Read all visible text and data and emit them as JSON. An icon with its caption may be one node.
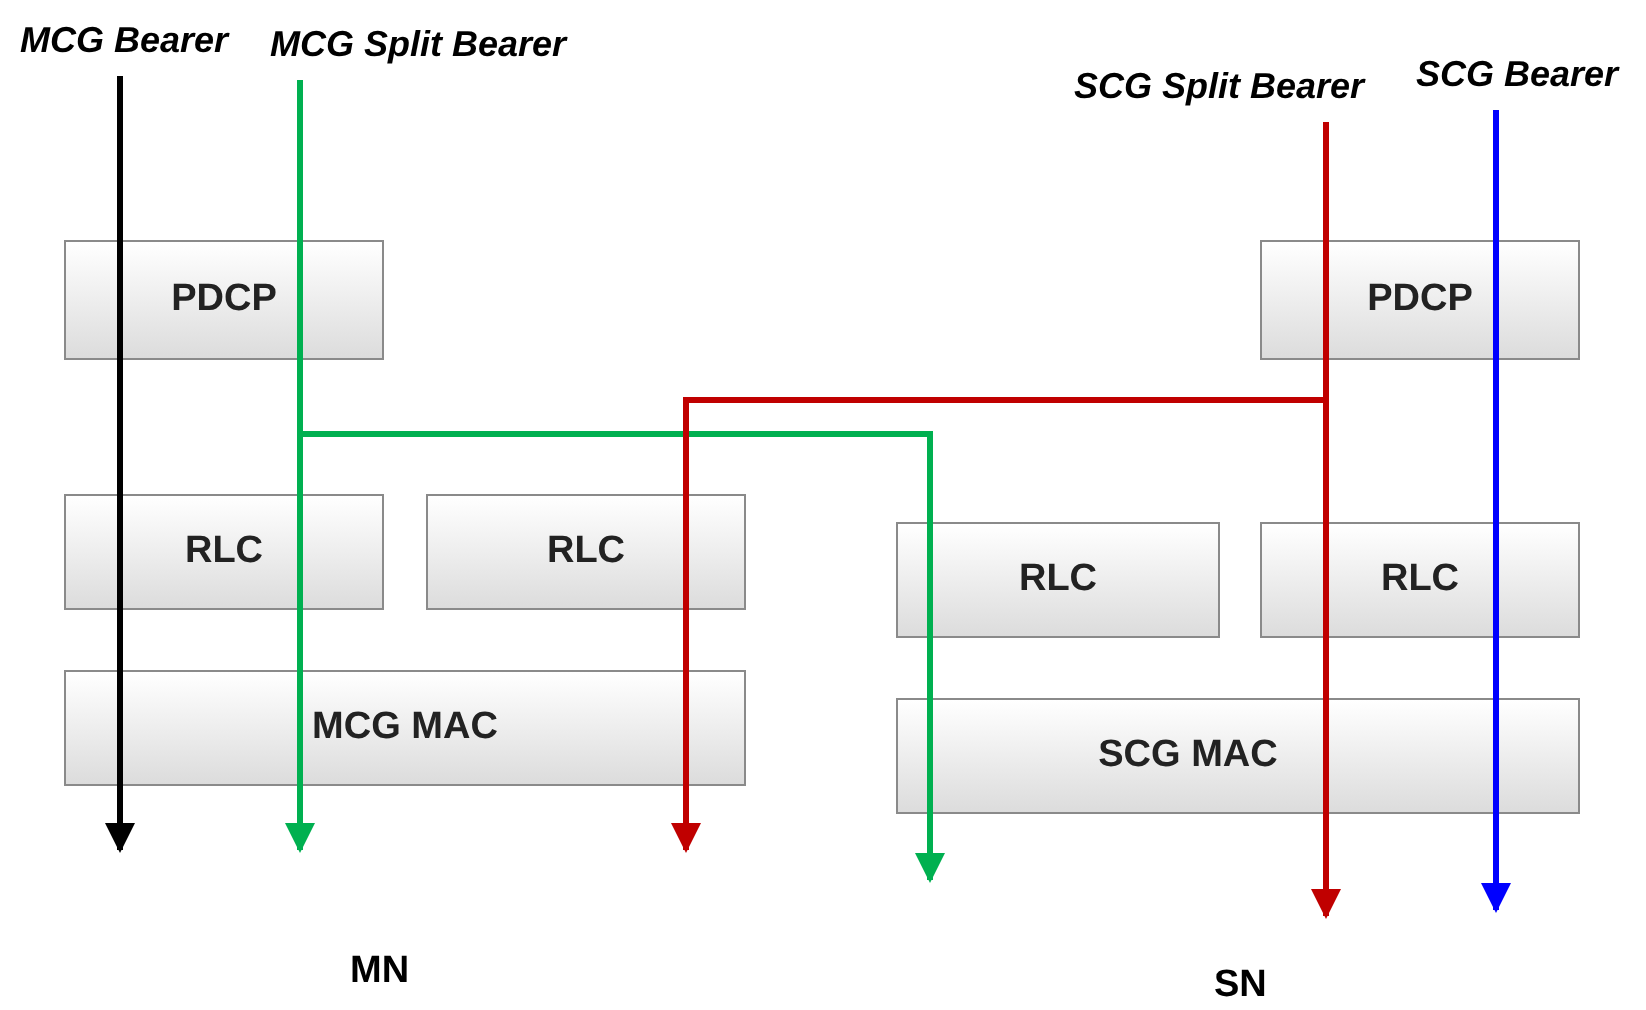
{
  "diagram": {
    "nodes": [
      {
        "text": [
          "MCG Bearer"
        ]
      },
      {
        "text": [
          "MCG Split Bearer"
        ]
      },
      {
        "text": [
          "SCG Split Bearer"
        ]
      },
      {
        "text": [
          "SCG Bearer"
        ]
      },
      {
        "text": [
          "PDCP"
        ]
      },
      {
        "text": [
          "PDCP"
        ]
      },
      {
        "text": [
          "RLC"
        ]
      },
      {
        "text": [
          "RLC"
        ]
      },
      {
        "text": [
          "RLC"
        ]
      },
      {
        "text": [
          "RLC"
        ]
      },
      {
        "text": [
          "MCG MAC"
        ]
      },
      {
        "text": [
          "SCG MAC"
        ]
      }
    ],
    "edges": [
      {
        "from": 0,
        "to": null,
        "arrow": "to",
        "color": "#000000"
      },
      {
        "from": 1,
        "to": null,
        "arrow": "to",
        "color": "#00b050"
      },
      {
        "from": 1,
        "to": null,
        "arrow": "to",
        "color": "#00b050"
      },
      {
        "from": 2,
        "to": null,
        "arrow": "to",
        "color": "#c00000"
      },
      {
        "from": 2,
        "to": null,
        "arrow": "to",
        "color": "#c00000"
      },
      {
        "from": 3,
        "to": null,
        "arrow": "to",
        "color": "#0000ff"
      }
    ],
    "labels": [
      "MN",
      "SN"
    ]
  }
}
